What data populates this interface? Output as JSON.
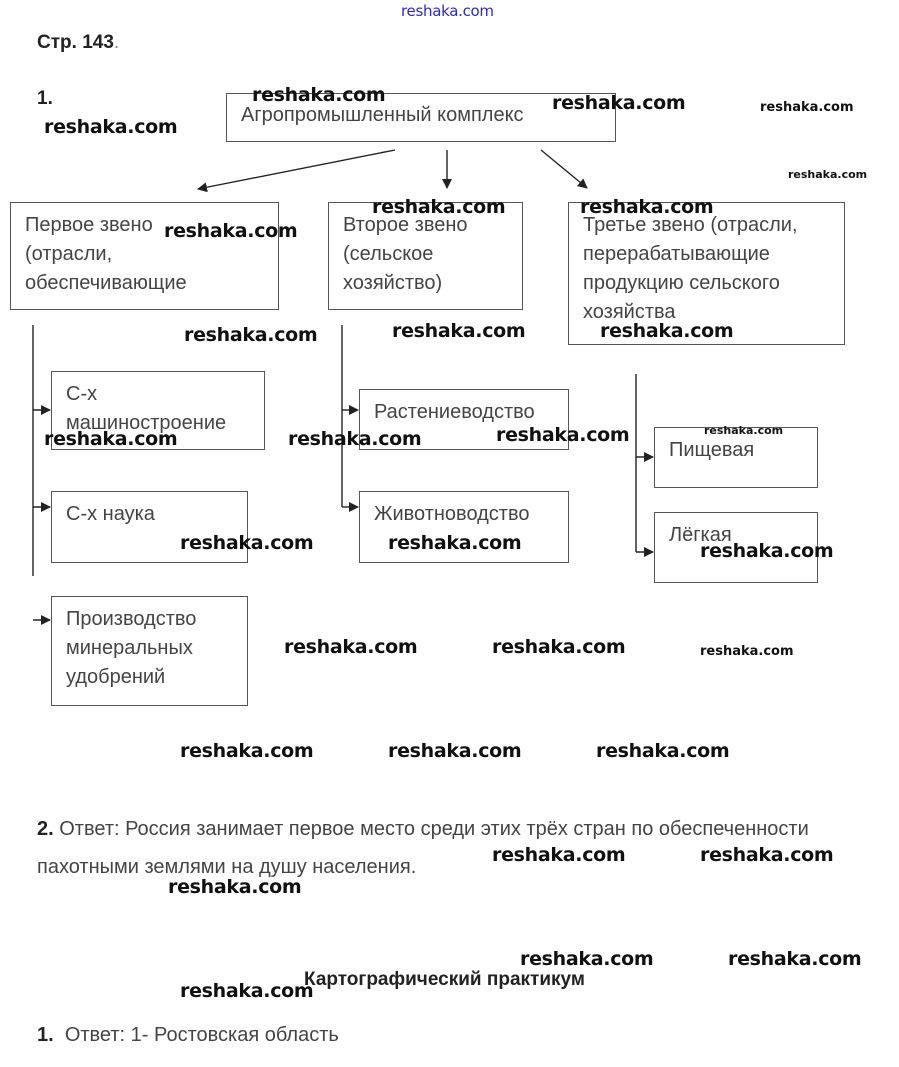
{
  "watermark": "reshaka.com",
  "page_label": "Стр. 143",
  "page_label_suffix": ".",
  "task1_number": "1.",
  "diagram": {
    "root": "Агропромышленный комплекс",
    "link1": {
      "lines": [
        "Первое звено",
        "(отрасли,",
        "обеспечивающие"
      ],
      "children": [
        [
          "С-х",
          "машиностроение"
        ],
        [
          "С-х наука"
        ],
        [
          "Производство",
          "минеральных",
          "удобрений"
        ]
      ]
    },
    "link2": {
      "lines": [
        "Второе звено",
        "(сельское",
        "хозяйство)"
      ],
      "children": [
        [
          "Растениеводство"
        ],
        [
          "Животноводство"
        ]
      ]
    },
    "link3": {
      "lines": [
        "Третье звено (отрасли,",
        "перерабатывающие",
        "продукцию сельского",
        "хозяйства"
      ],
      "children": [
        [
          "Пищевая"
        ],
        [
          "Лёгкая"
        ]
      ]
    }
  },
  "task2": {
    "number": "2.",
    "line1": "Ответ: Россия занимает первое место среди этих трёх стран по обеспеченности",
    "line2": "пахотными землями на душу населения."
  },
  "section_title": "Картографический практикум",
  "task3": {
    "number": "1.",
    "text": "Ответ: 1- Ростовская область"
  }
}
